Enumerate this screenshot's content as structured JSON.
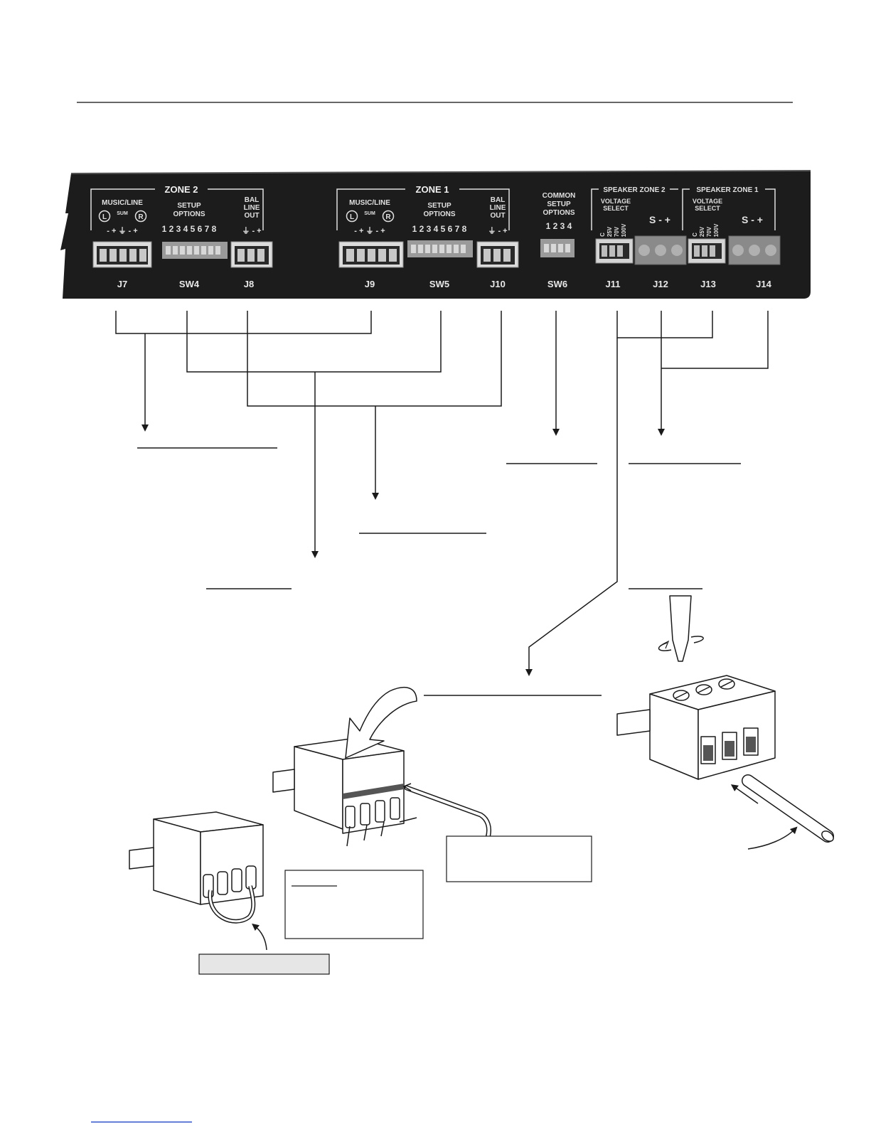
{
  "panel": {
    "zone2_header": "ZONE 2",
    "zone1_header": "ZONE 1",
    "music_line": "MUSIC/LINE",
    "sum": "SUM",
    "left": "L",
    "right": "R",
    "setup_options_1": "SETUP",
    "setup_options_2": "OPTIONS",
    "dip8_numbers": "1 2 3 4 5 6 7 8",
    "bal": "BAL",
    "line": "LINE",
    "out": "OUT",
    "common_1": "COMMON",
    "common_2": "SETUP",
    "common_3": "OPTIONS",
    "dip4_numbers": "1 2 3 4",
    "speaker_zone2": "SPEAKER ZONE 2",
    "speaker_zone1": "SPEAKER ZONE 1",
    "voltage": "VOLTAGE",
    "select": "SELECT",
    "volt_c": "C",
    "volt_25": "25V",
    "volt_70": "70V",
    "volt_100": "100V",
    "s_minus_plus": "S  -  +",
    "music_pins": "-  +  ⏚  -  +",
    "out_pins": "⏚  -  +",
    "labels": {
      "j7": "J7",
      "sw4": "SW4",
      "j8": "J8",
      "j9": "J9",
      "sw5": "SW5",
      "j10": "J10",
      "sw6": "SW6",
      "j11": "J11",
      "j12": "J12",
      "j13": "J13",
      "j14": "J14"
    }
  },
  "colors": {
    "panel": "#1c1c1c",
    "panel_text": "#e8e8e8",
    "dip_switch": "#9a9a9a",
    "callout_fill": "#e6e6e6"
  },
  "icons": [
    "screwdriver-icon",
    "rotation-arrow-icon",
    "wire-icon",
    "push-tab-arrow-icon"
  ]
}
